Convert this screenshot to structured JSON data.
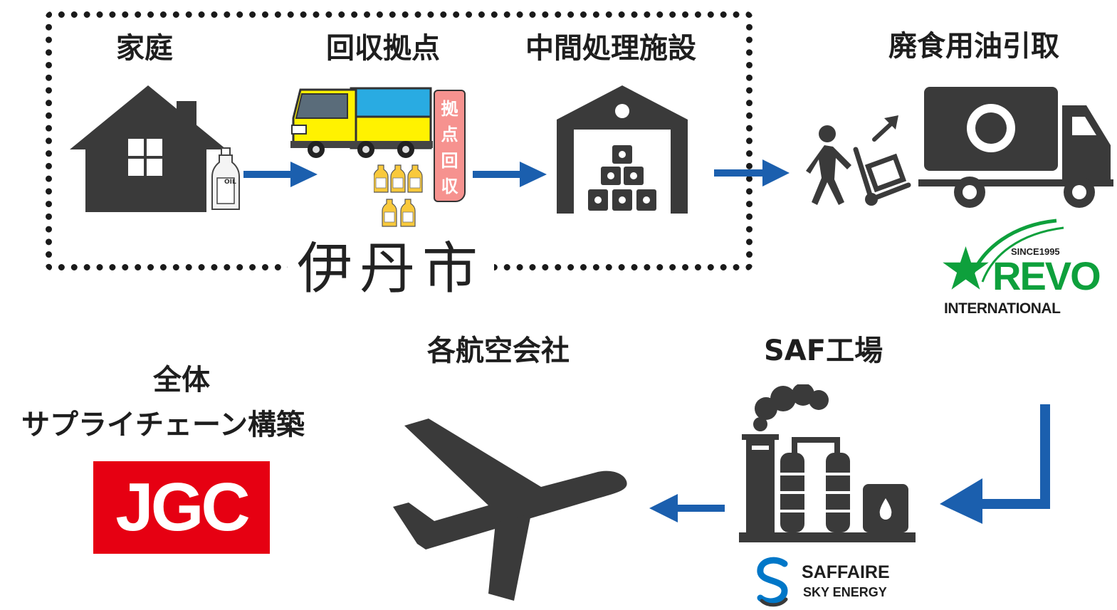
{
  "diagram": {
    "nodes": {
      "household": {
        "label": "家庭"
      },
      "collection_point": {
        "label": "回収拠点",
        "banner": [
          "拠",
          "点",
          "回",
          "収"
        ]
      },
      "processing_facility": {
        "label": "中間処理施設"
      },
      "oil_pickup": {
        "label": "廃食用油引取"
      },
      "saf_plant": {
        "label": "SAF工場"
      },
      "airlines": {
        "label": "各航空会社"
      },
      "supply_chain": {
        "label_line1": "全体",
        "label_line2": "サプライチェーン構築"
      }
    },
    "region_label": "伊丹市",
    "bottle_text": "OIL",
    "logos": {
      "revo": {
        "since": "SINCE1995",
        "name": "REVO",
        "sub": "INTERNATIONAL"
      },
      "saffaire": {
        "line1": "SAFFAIRE",
        "line2": "SKY ENERGY"
      },
      "jgc": {
        "name": "JGC"
      }
    }
  },
  "colors": {
    "arrow": "#1b5fae",
    "icon": "#3a3a3a",
    "truck_yellow": "#fff200",
    "truck_blue": "#29abe2",
    "banner": "#f6928f",
    "jgc_red": "#e60012",
    "revo_green": "#0ea03c",
    "saffaire_blue": "#0077c8"
  }
}
